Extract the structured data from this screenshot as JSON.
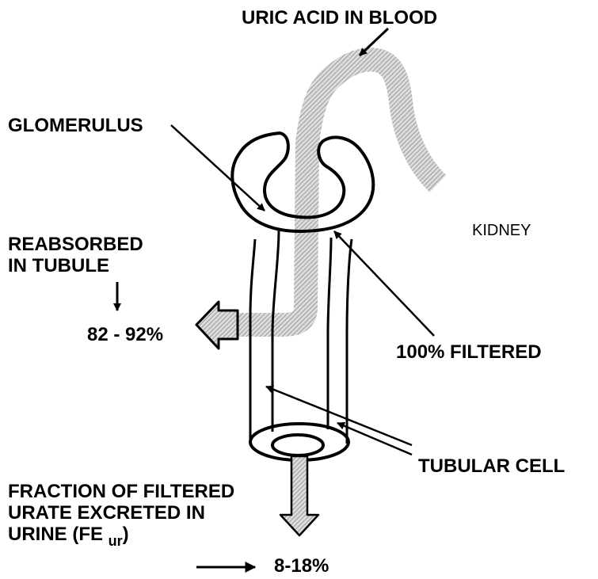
{
  "labels": {
    "uric_acid_in_blood": "URIC ACID IN BLOOD",
    "glomerulus": "GLOMERULUS",
    "kidney": "KIDNEY",
    "reabsorbed_line1": "REABSORBED",
    "reabsorbed_line2": "IN TUBULE",
    "reabsorbed_percent": "82 - 92%",
    "filtered": "100% FILTERED",
    "tubular_cell": "TUBULAR CELL",
    "fraction_line1": "FRACTION OF FILTERED",
    "fraction_line2": "URATE EXCRETED IN",
    "fraction_line3_prefix": "URINE (FE",
    "fraction_line3_sub": "ur",
    "fraction_line3_suffix": ")",
    "excreted_percent": "8-18%"
  },
  "colors": {
    "ink": "#000000",
    "blood_stream": "#b4b4b4",
    "urine_flow": "#d8d8d8",
    "background": "#ffffff"
  }
}
